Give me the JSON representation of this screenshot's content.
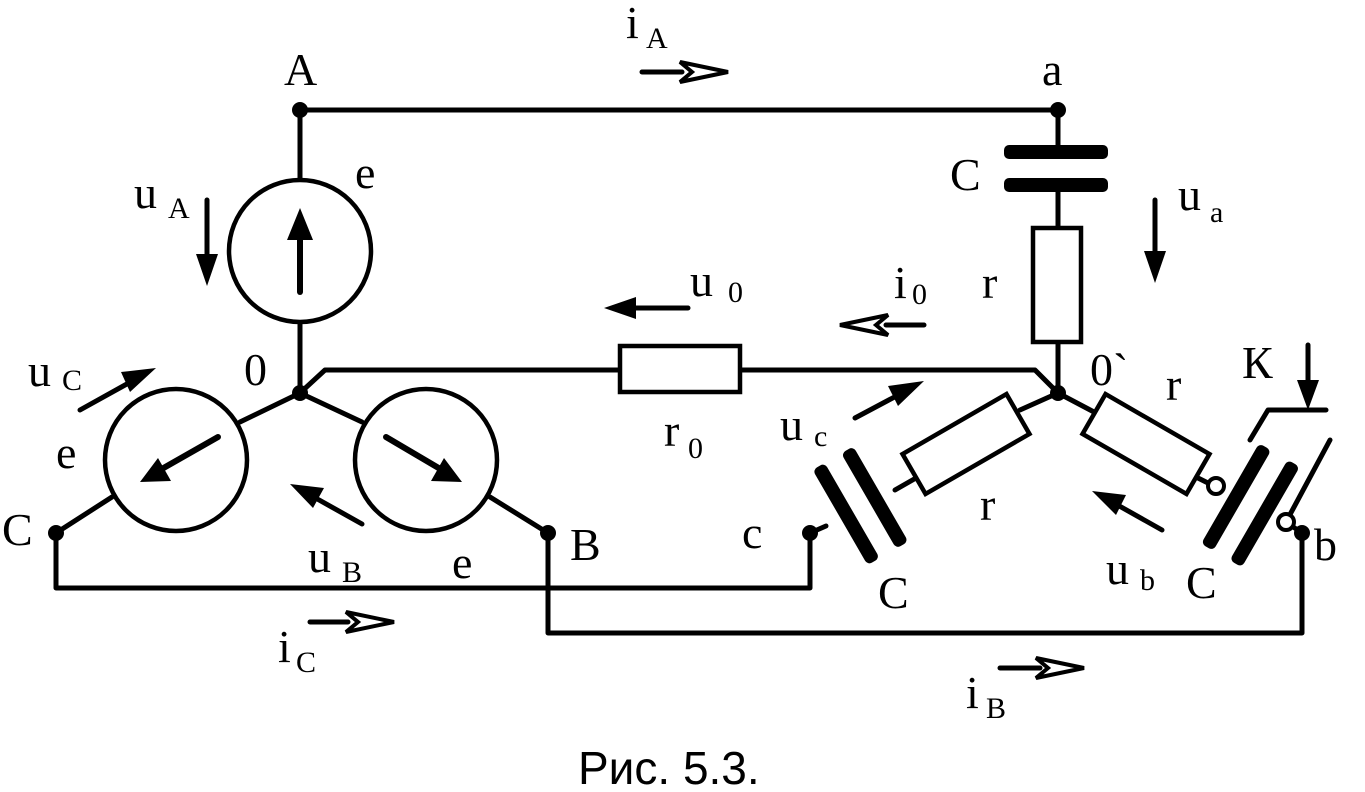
{
  "caption": "Рис. 5.3.",
  "nodes": {
    "A": "A",
    "B": "B",
    "C": "C",
    "N": "0",
    "a": "a",
    "b": "b",
    "c": "c",
    "N2": "0`"
  },
  "elements": {
    "e": "e",
    "r": "r",
    "C": "C",
    "r0_main": "r",
    "r0_sub": "0",
    "K": "К"
  },
  "currents": {
    "iA_main": "i",
    "iA_sub": "A",
    "iB_main": "i",
    "iB_sub": "B",
    "iC_main": "i",
    "iC_sub": "C",
    "i0_main": "i",
    "i0_sub": "0"
  },
  "voltages": {
    "uA_main": "u",
    "uA_sub": "A",
    "uB_main": "u",
    "uB_sub": "B",
    "uC_main": "u",
    "uC_sub": "C",
    "ua_main": "u",
    "ua_sub": "a",
    "ub_main": "u",
    "ub_sub": "b",
    "uc_main": "u",
    "uc_sub": "c",
    "u0_main": "u",
    "u0_sub": "0"
  }
}
